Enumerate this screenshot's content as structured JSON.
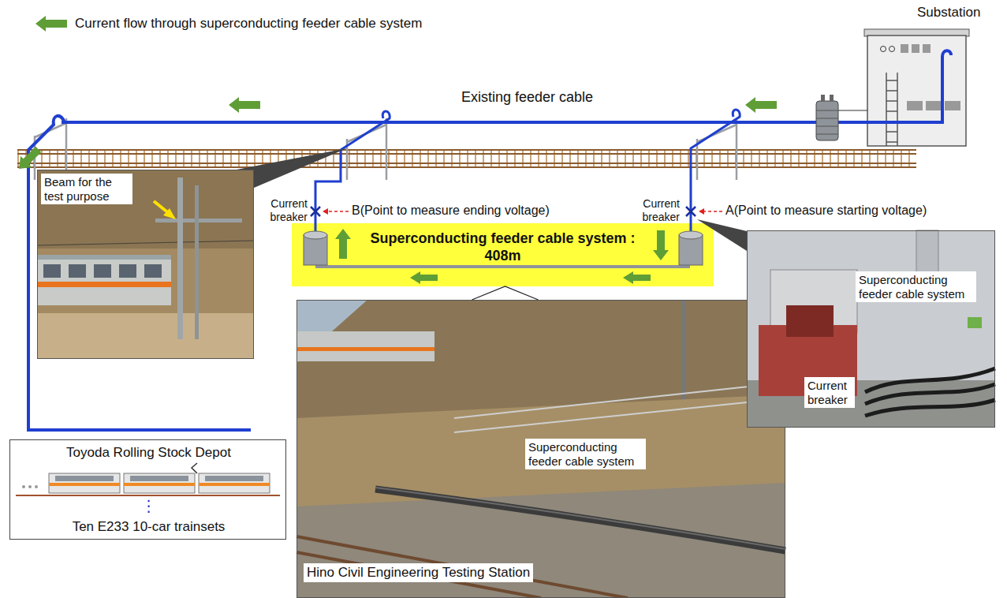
{
  "diagram": {
    "nodes": [
      {
        "text": [
          "Beam for the test purpose"
        ]
      },
      {
        "text": [
          "Superconducting feeder cable system : 408m"
        ]
      },
      {
        "text": [
          "Superconducting feeder cable system",
          "Current breaker"
        ]
      },
      {
        "text": [
          "Superconducting feeder cable system",
          "Hino Civil Engineering Testing Station"
        ]
      },
      {
        "text": [
          "Toyoda Rolling Stock Depot",
          "⋮",
          "Ten E233 10-car trainsets"
        ]
      }
    ],
    "edges": [
      {
        "from": 3,
        "to": 1,
        "arrow": "none"
      }
    ],
    "labels": [
      "Substation",
      "Existing feeder cable",
      "Current breaker",
      "B(Point to measure ending voltage)",
      "Current breaker",
      "A(Point to measure starting voltage)"
    ],
    "legend": [
      {
        "text": "Current flow through superconducting feeder cable system"
      }
    ]
  }
}
